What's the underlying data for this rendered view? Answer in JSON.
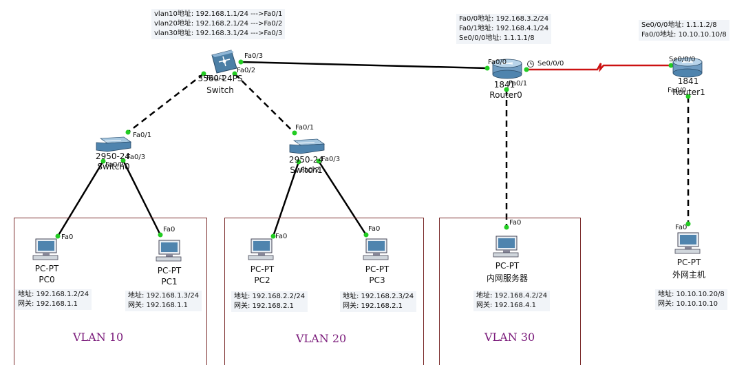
{
  "notes": {
    "core_switch": [
      "vlan10地址: 192.168.1.1/24 --->Fa0/1",
      "vlan20地址: 192.168.2.1/24 --->Fa0/2",
      "vlan30地址: 192.168.3.1/24 --->Fa0/3"
    ],
    "router0": [
      "Fa0/0地址: 192.168.3.2/24",
      "Fa0/1地址: 192.168.4.1/24",
      "Se0/0/0地址: 1.1.1.1/8"
    ],
    "router1": [
      "Se0/0/0地址: 1.1.1.2/8",
      "Fa0/0地址: 10.10.10.10/8"
    ],
    "pc0": [
      "地址: 192.168.1.2/24",
      "网关: 192.168.1.1"
    ],
    "pc1": [
      "地址: 192.168.1.3/24",
      "网关: 192.168.1.1"
    ],
    "pc2": [
      "地址: 192.168.2.2/24",
      "网关: 192.168.2.1"
    ],
    "pc3": [
      "地址: 192.168.2.3/24",
      "网关: 192.168.2.1"
    ],
    "server": [
      "地址: 192.168.4.2/24",
      "网关: 192.168.4.1"
    ],
    "external": [
      "地址: 10.10.10.20/8",
      "网关: 10.10.10.10"
    ]
  },
  "vlans": {
    "v10": "VLAN 10",
    "v20": "VLAN 20",
    "v30": "VLAN 30"
  },
  "devices": {
    "core": {
      "model": "3560-24PS",
      "name": "Switch"
    },
    "sw0": {
      "model": "2950-24",
      "name": "Switch0"
    },
    "sw1": {
      "model": "2950-24",
      "name": "Switch1"
    },
    "router0": {
      "model": "1841",
      "name": "Router0"
    },
    "router1": {
      "model": "1841",
      "name": "Router1"
    },
    "pc0": {
      "model": "PC-PT",
      "name": "PC0"
    },
    "pc1": {
      "model": "PC-PT",
      "name": "PC1"
    },
    "pc2": {
      "model": "PC-PT",
      "name": "PC2"
    },
    "pc3": {
      "model": "PC-PT",
      "name": "PC3"
    },
    "server": {
      "model": "PC-PT",
      "name": "内网服务器"
    },
    "external": {
      "model": "PC-PT",
      "name": "外网主机"
    }
  },
  "ports": {
    "core_fa03": "Fa0/3",
    "core_fa01": "Fa0/1",
    "core_fa02": "Fa0/2",
    "sw0_fa01": "Fa0/1",
    "sw0_fa02": "Fa0/2",
    "sw0_fa03": "Fa0/3",
    "sw1_fa01": "Fa0/1",
    "sw1_fa02": "Fa0/2",
    "sw1_fa03": "Fa0/3",
    "r0_fa00": "Fa0/0",
    "r0_fa01": "Fa0/1",
    "r0_se000": "Se0/0/0",
    "r1_se000": "Se0/0/0",
    "r1_fa00": "Fa0/0",
    "pc0_fa0": "Fa0",
    "pc1_fa0": "Fa0",
    "pc2_fa0": "Fa0",
    "pc3_fa0": "Fa0",
    "server_fa0": "Fa0",
    "external_fa0": "Fa0"
  },
  "colors": {
    "serial_link": "#cc1111",
    "link": "#000000",
    "port_dot": "#22cc22",
    "vlan_label": "#7a1a7a"
  }
}
